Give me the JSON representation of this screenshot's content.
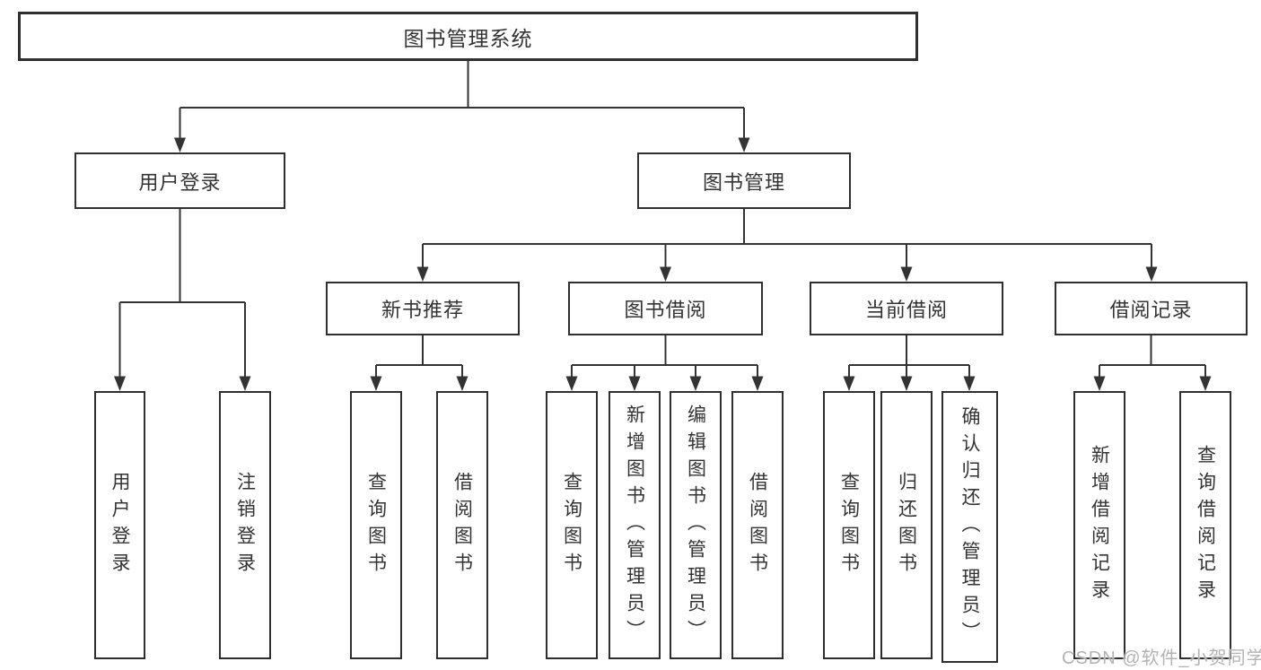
{
  "diagram": {
    "type": "tree",
    "root": {
      "label": "图书管理系统",
      "children": [
        {
          "label": "用户登录",
          "children": [
            {
              "label": "用户登录"
            },
            {
              "label": "注销登录"
            }
          ]
        },
        {
          "label": "图书管理",
          "children": [
            {
              "label": "新书推荐",
              "children": [
                {
                  "label": "查询图书"
                },
                {
                  "label": "借阅图书"
                }
              ]
            },
            {
              "label": "图书借阅",
              "children": [
                {
                  "label": "查询图书"
                },
                {
                  "label": "新增图书（管理员）"
                },
                {
                  "label": "编辑图书（管理员）"
                },
                {
                  "label": "借阅图书"
                }
              ]
            },
            {
              "label": "当前借阅",
              "children": [
                {
                  "label": "查询图书"
                },
                {
                  "label": "归还图书"
                },
                {
                  "label": "确认归还（管理员）"
                }
              ]
            },
            {
              "label": "借阅记录",
              "children": [
                {
                  "label": "新增借阅记录"
                },
                {
                  "label": "查询借阅记录"
                }
              ]
            }
          ]
        }
      ]
    }
  },
  "watermark": {
    "text": "CSDN @软件_小贺同学",
    "color": "#b3b3b3"
  },
  "colors": {
    "line": "#333333",
    "box_border": "#2f2f2f",
    "text": "#333333",
    "background": "#ffffff"
  }
}
